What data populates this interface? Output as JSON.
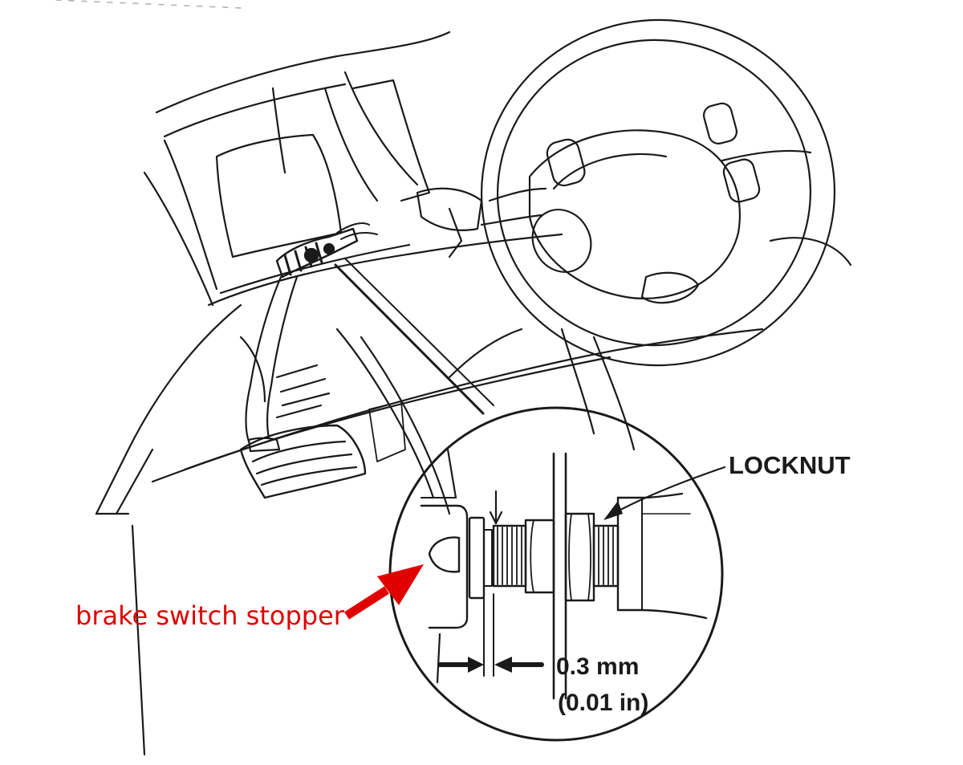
{
  "labels": {
    "locknut": "LOCKNUT",
    "stopper": "brake switch stopper",
    "gap_mm": "0.3 mm",
    "gap_in": "(0.01 in)"
  },
  "colors": {
    "line": "#1a1a1a",
    "annotation": "#e00000",
    "background": "#ffffff"
  }
}
